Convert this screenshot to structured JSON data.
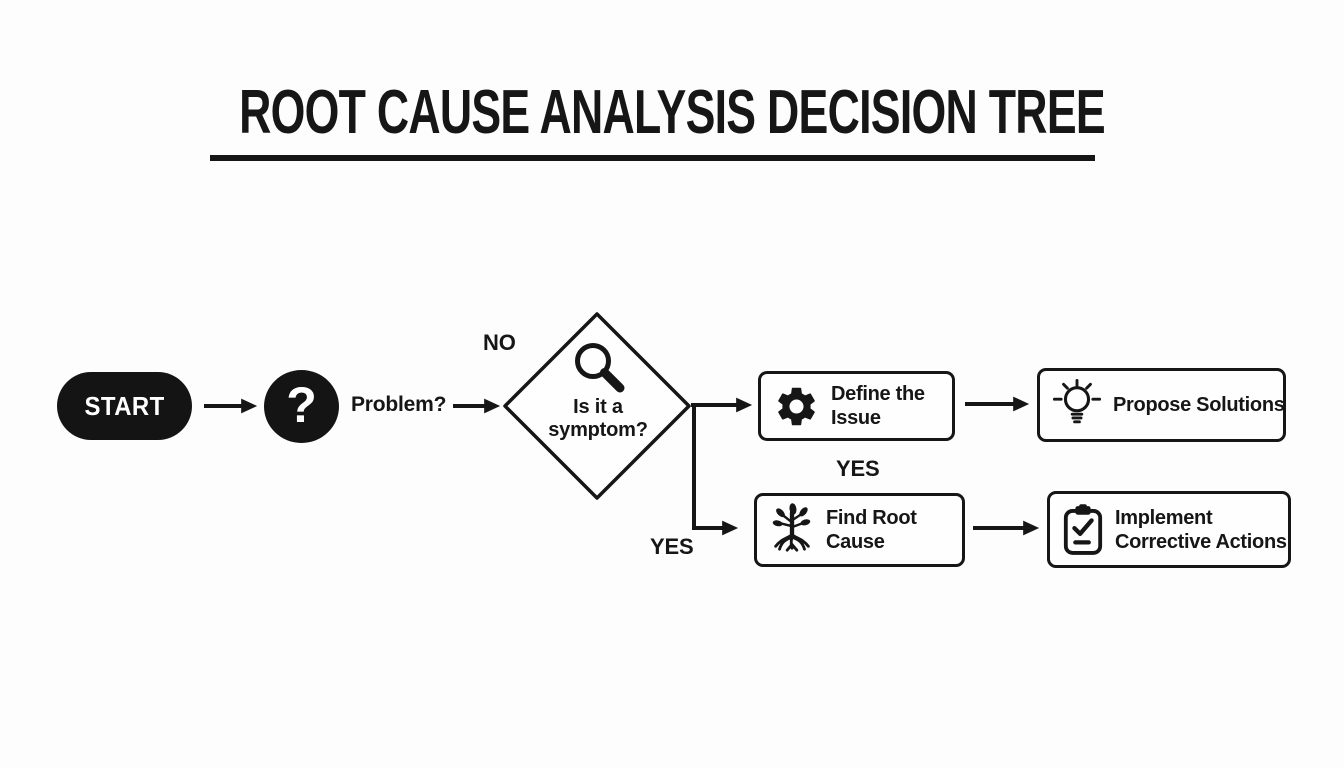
{
  "title": {
    "text": "ROOT CAUSE ANALYSIS DECISION TREE"
  },
  "nodes": {
    "start": {
      "label": "START"
    },
    "problem": {
      "symbol": "?",
      "label": "Problem?"
    },
    "decision": {
      "icon": "magnifier-icon",
      "lines": [
        "Is it a",
        "symptom?"
      ]
    },
    "define_issue": {
      "icon": "gear-icon",
      "lines": [
        "Define the",
        "Issue"
      ]
    },
    "propose_solutions": {
      "icon": "lightbulb-icon",
      "label": "Propose Solutions"
    },
    "find_root_cause": {
      "icon": "tree-roots-icon",
      "lines": [
        "Find Root",
        "Cause"
      ]
    },
    "implement_corrective_actions": {
      "icon": "clipboard-check-icon",
      "lines": [
        "Implement",
        "Corrective Actions"
      ]
    }
  },
  "edge_labels": {
    "no": "NO",
    "yes_top": "YES",
    "yes_bottom": "YES"
  },
  "colors": {
    "ink": "#161616",
    "node_fill": "#fefefe",
    "background": "#fdfdfd",
    "start_fill": "#141414",
    "start_text": "#ffffff"
  }
}
